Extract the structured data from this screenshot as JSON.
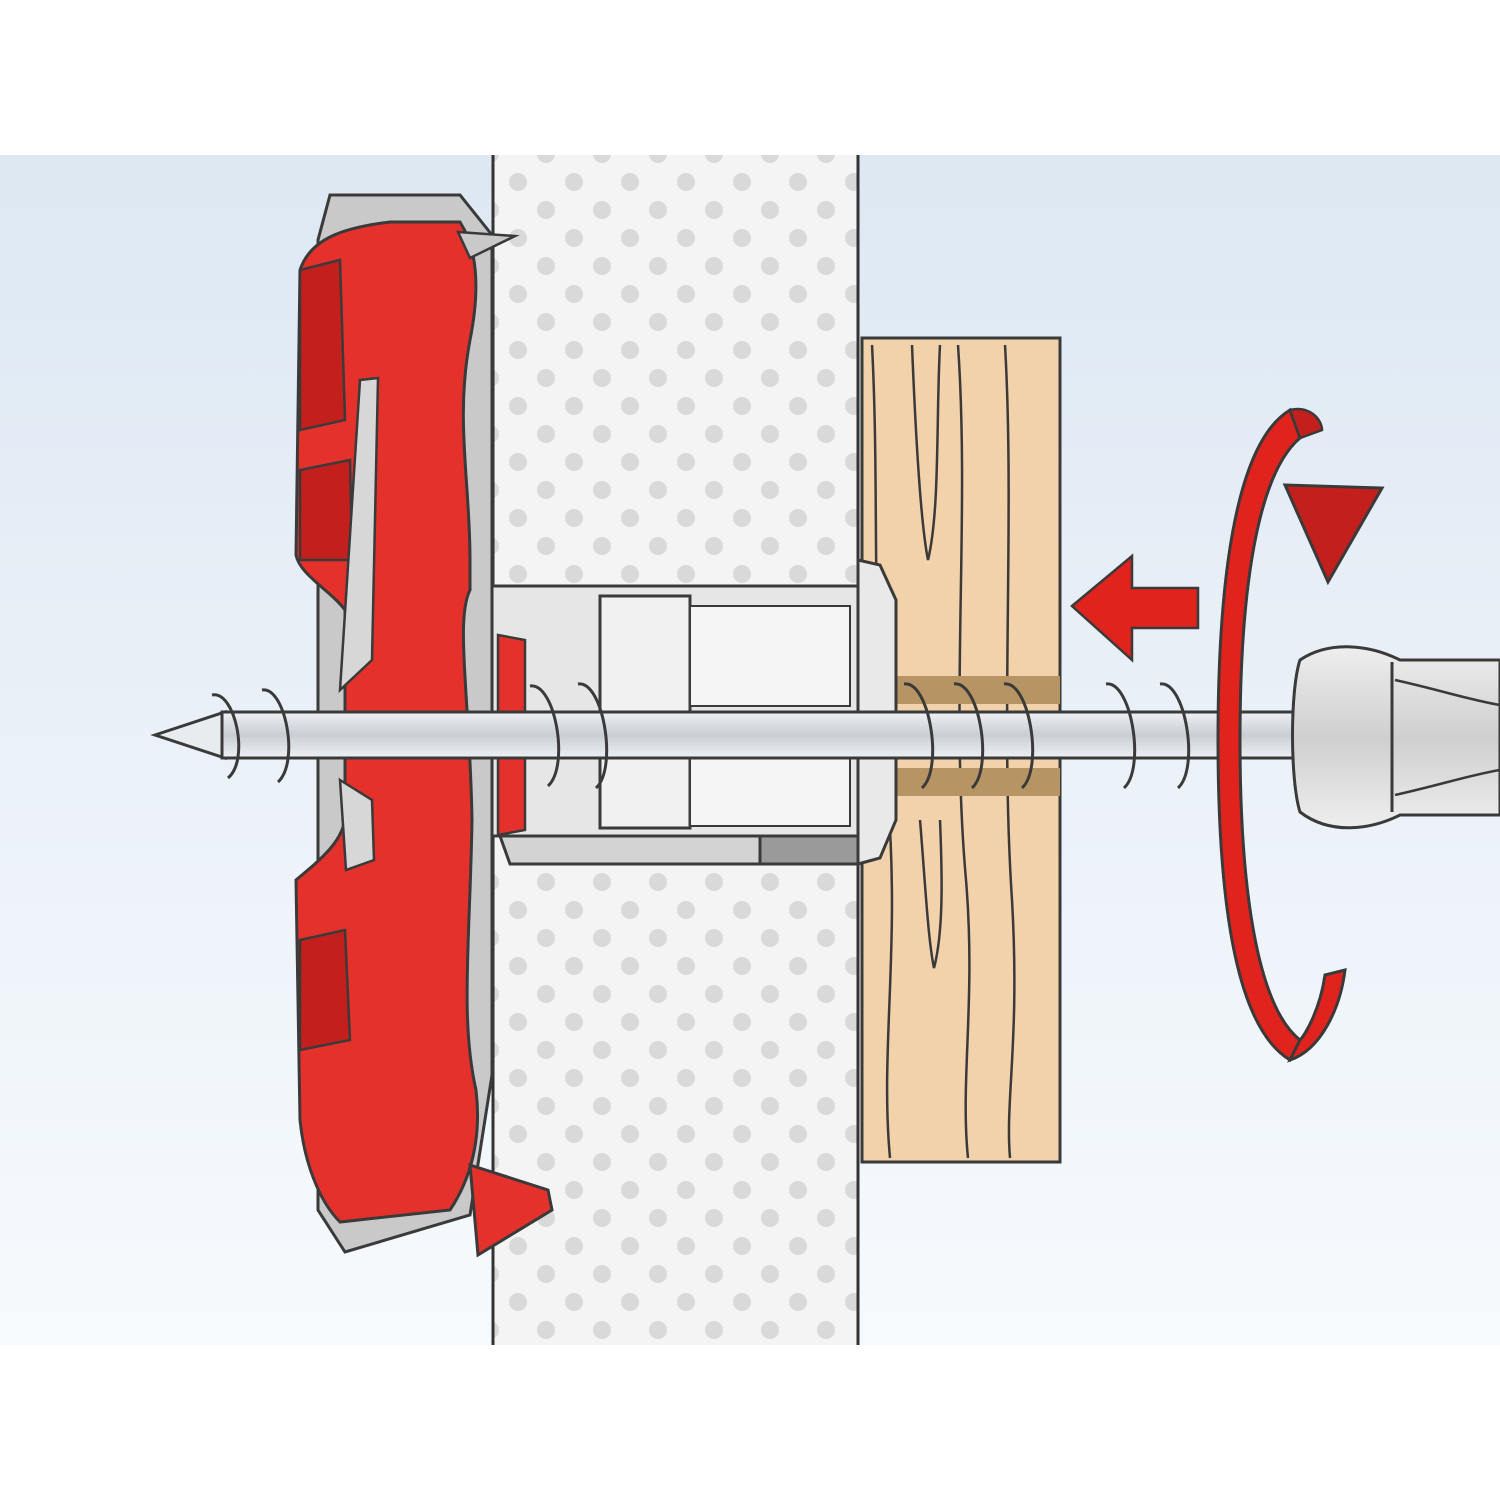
{
  "diagram": {
    "labels": [],
    "parts": {
      "background": "sky-gradient",
      "wall": "drywall-board",
      "anchor": "red-toggle-plug",
      "fixture": "wooden-batten",
      "screw": "wood-screw",
      "tool": "screwdriver"
    },
    "motion": {
      "push_direction": "left",
      "rotation": "clockwise"
    },
    "icons": [
      "push-arrow-icon",
      "rotation-arrow-icon"
    ]
  },
  "colors": {
    "sky_top": "#dde8f3",
    "sky_bottom": "#f6f9fc",
    "wall": "#f3f3f3",
    "wall_dots": "#d7d7d7",
    "anchor_red": "#e5312b",
    "anchor_dark": "#c3201d",
    "anchor_grey": "#c8c8c8",
    "wood": "#f0cda4",
    "wood_grain": "#c79d70",
    "steel": "#d9dde2",
    "outline": "#3a3a3a",
    "arrow_red": "#e1231d"
  }
}
